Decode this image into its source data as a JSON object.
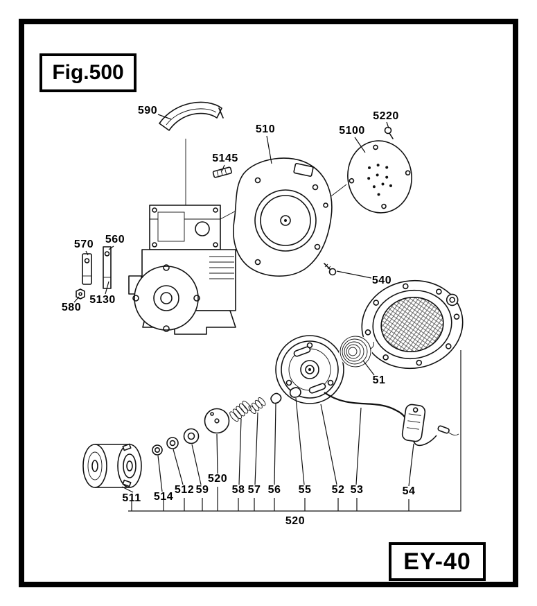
{
  "figure": {
    "label": "Fig.500"
  },
  "model": {
    "label": "EY-40"
  },
  "colors": {
    "ink": "#000000",
    "paper": "#ffffff"
  },
  "callouts": [
    {
      "id": "590"
    },
    {
      "id": "510"
    },
    {
      "id": "5145"
    },
    {
      "id": "5100"
    },
    {
      "id": "5220"
    },
    {
      "id": "570"
    },
    {
      "id": "560"
    },
    {
      "id": "5130"
    },
    {
      "id": "580"
    },
    {
      "id": "540"
    },
    {
      "id": "51"
    },
    {
      "id": "511"
    },
    {
      "id": "514"
    },
    {
      "id": "512"
    },
    {
      "id": "59"
    },
    {
      "id": "520"
    },
    {
      "id": "58"
    },
    {
      "id": "57"
    },
    {
      "id": "56"
    },
    {
      "id": "55"
    },
    {
      "id": "52"
    },
    {
      "id": "53"
    },
    {
      "id": "54"
    },
    {
      "id": "520"
    }
  ]
}
